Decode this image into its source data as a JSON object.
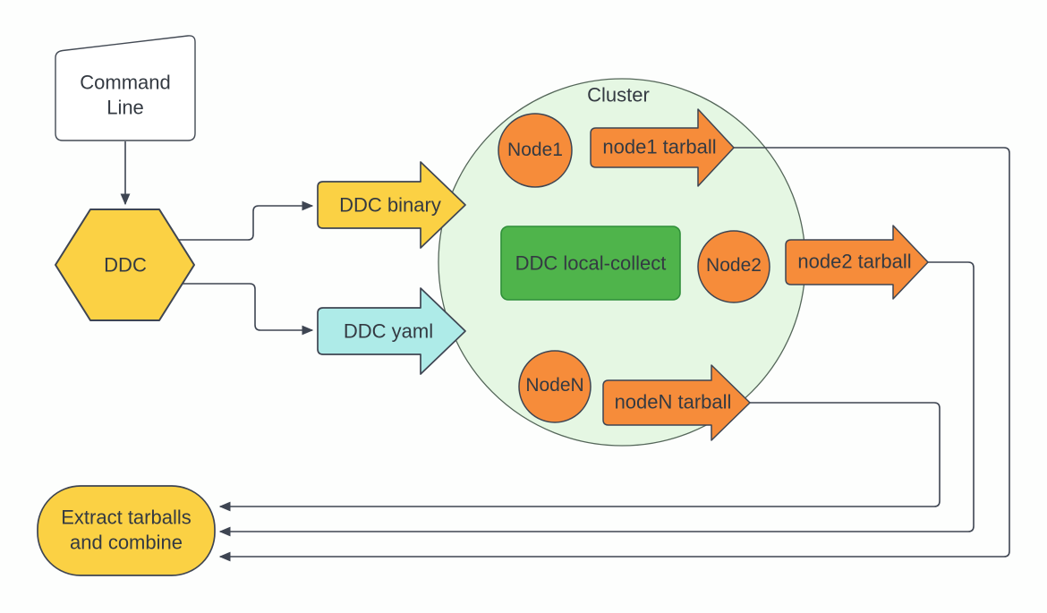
{
  "diagram": {
    "command_line": {
      "label": "Command Line"
    },
    "ddc": {
      "label": "DDC"
    },
    "ddc_binary": {
      "label": "DDC binary"
    },
    "ddc_yaml": {
      "label": "DDC yaml"
    },
    "cluster": {
      "label": "Cluster",
      "local_collect": {
        "label": "DDC local-collect"
      },
      "nodes": [
        {
          "label": "Node1"
        },
        {
          "label": "Node2"
        },
        {
          "label": "NodeN"
        }
      ],
      "tarballs": [
        {
          "label": "node1 tarball"
        },
        {
          "label": "node2 tarball"
        },
        {
          "label": "nodeN tarball"
        }
      ]
    },
    "extract": {
      "label": "Extract tarballs and combine"
    },
    "colors": {
      "yellow": "#FBD144",
      "orange": "#F68C3A",
      "cyan": "#AEEBE8",
      "green": "#4FB44B",
      "green_border": "#2F8F39",
      "cluster_fill": "#E5F7E3",
      "cluster_border": "#55675A",
      "connector": "#3E4552",
      "white": "#FFFFFF"
    }
  }
}
